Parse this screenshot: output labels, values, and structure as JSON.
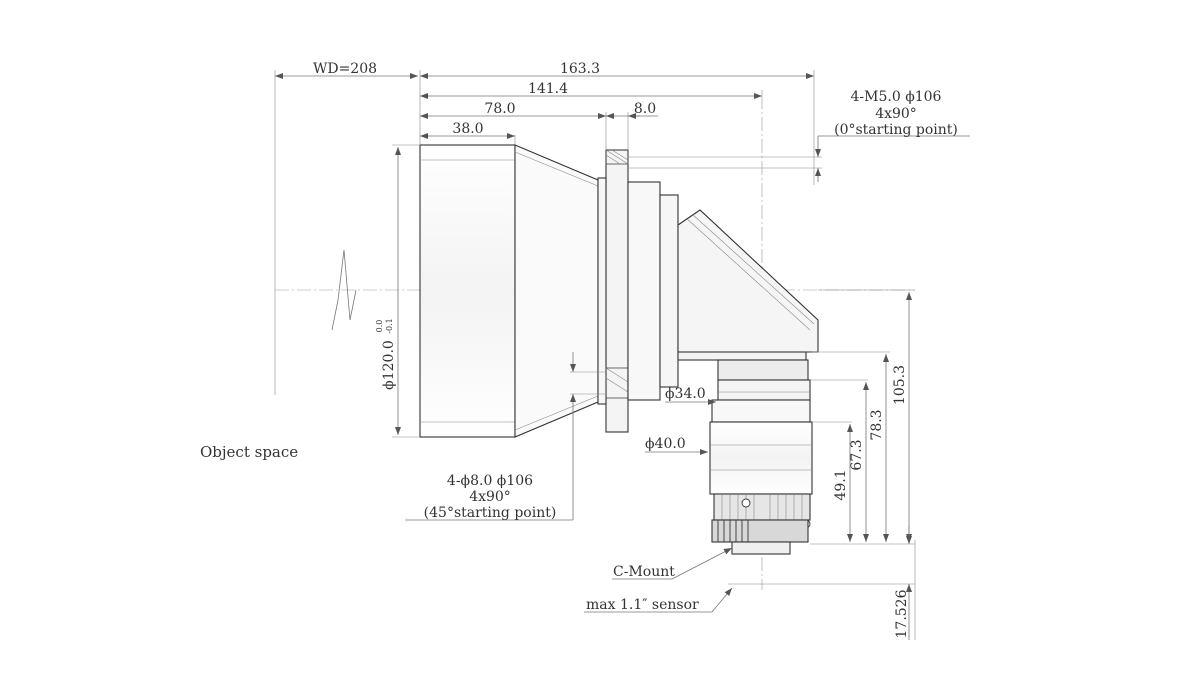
{
  "colors": {
    "line": "#333333",
    "dim": "#777777",
    "body_fill": "#f7f7f7"
  },
  "labels": {
    "working_distance": "WD=208",
    "object_space": "Object space",
    "c_mount": "C-Mount",
    "sensor": "max 1.1″ sensor"
  },
  "dimensions": {
    "overall_length": "163.3",
    "length_141": "141.4",
    "length_78": "78.0",
    "length_8": "8.0",
    "length_38": "38.0",
    "diameter_front": "ϕ120.0",
    "diameter_front_tol_upper": "0.0",
    "diameter_front_tol_lower": "-0.1",
    "diameter_34": "ϕ34.0",
    "diameter_40": "ϕ40.0",
    "height_49": "49.1",
    "height_67": "67.3",
    "height_78": "78.3",
    "height_105": "105.3",
    "flange_offset": "17.526"
  },
  "callouts": {
    "top_holes": {
      "line1": "4-M5.0  ϕ106",
      "line2": "4x90°",
      "line3": "(0°starting point)"
    },
    "bottom_holes": {
      "line1": "4-ϕ8.0  ϕ106",
      "line2": "4x90°",
      "line3": "(45°starting point)"
    }
  }
}
